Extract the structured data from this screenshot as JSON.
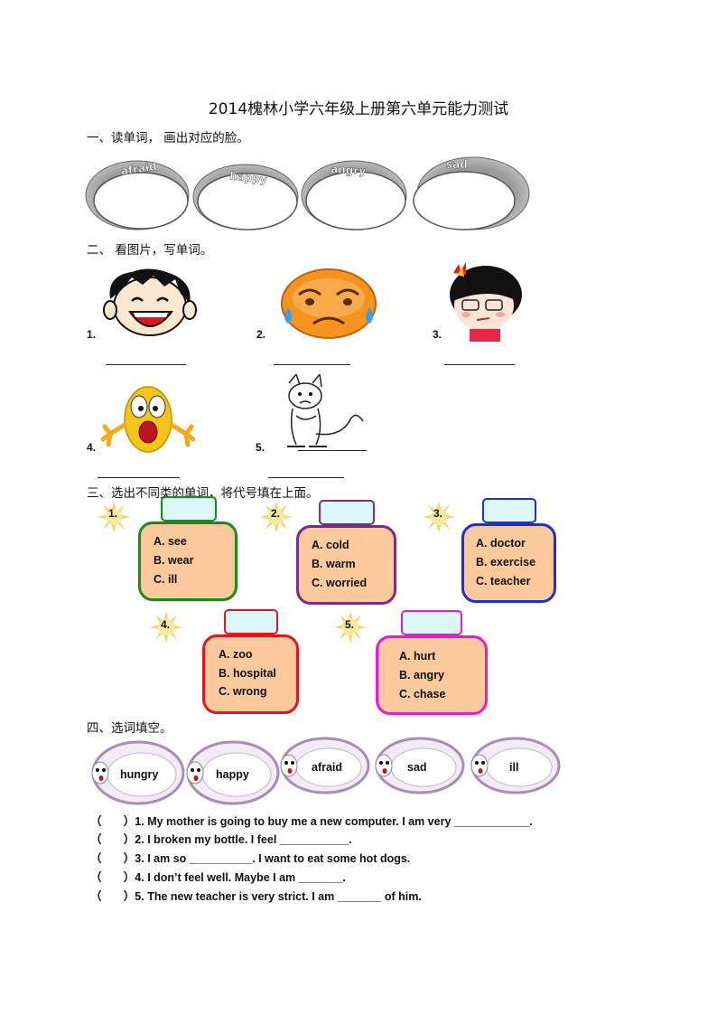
{
  "title": "2014槐林小学六年级上册第六单元能力测试",
  "section1": {
    "heading": "一、读单词， 画出对应的脸。",
    "words": [
      "afraid",
      "happy",
      "angry",
      "sad"
    ]
  },
  "section2": {
    "heading": "二、 看图片，写单词。",
    "numbers": [
      "1.",
      "2.",
      "3.",
      "4.",
      "5."
    ]
  },
  "section3": {
    "heading": "三、选出不同类的单词，将代号填在上面。",
    "jars": [
      {
        "num": "1.",
        "options": [
          "A. see",
          "B. wear",
          "C. ill"
        ],
        "color": "#1a8a1a"
      },
      {
        "num": "2.",
        "options": [
          "A. cold",
          "B. warm",
          "C. worried"
        ],
        "color": "#7b2a8c"
      },
      {
        "num": "3.",
        "options": [
          "A. doctor",
          "B. exercise",
          "C. teacher"
        ],
        "color": "#1f2fd6"
      },
      {
        "num": "4.",
        "options": [
          "A.   zoo",
          "B.   hospital",
          "C.   wrong"
        ],
        "color": "#e0161e"
      },
      {
        "num": "5.",
        "options": [
          "A. hurt",
          "B. angry",
          "C. chase"
        ],
        "color": "#e81ad6"
      }
    ]
  },
  "section4": {
    "heading": "四、选词填空。",
    "words": [
      "hungry",
      "happy",
      "afraid",
      "sad",
      "ill"
    ],
    "questions": [
      "（       ）1. My mother is going to buy me a new computer. I am very ____________.",
      "（       ）2. I broken my bottle. I feel ___________.",
      "（       ）3. I am so __________. I want to eat some hot dogs.",
      "（       ）4. I don’t feel well. Maybe I am _______.",
      "（       ）5. The new teacher is very strict. I am _______ of him."
    ]
  }
}
